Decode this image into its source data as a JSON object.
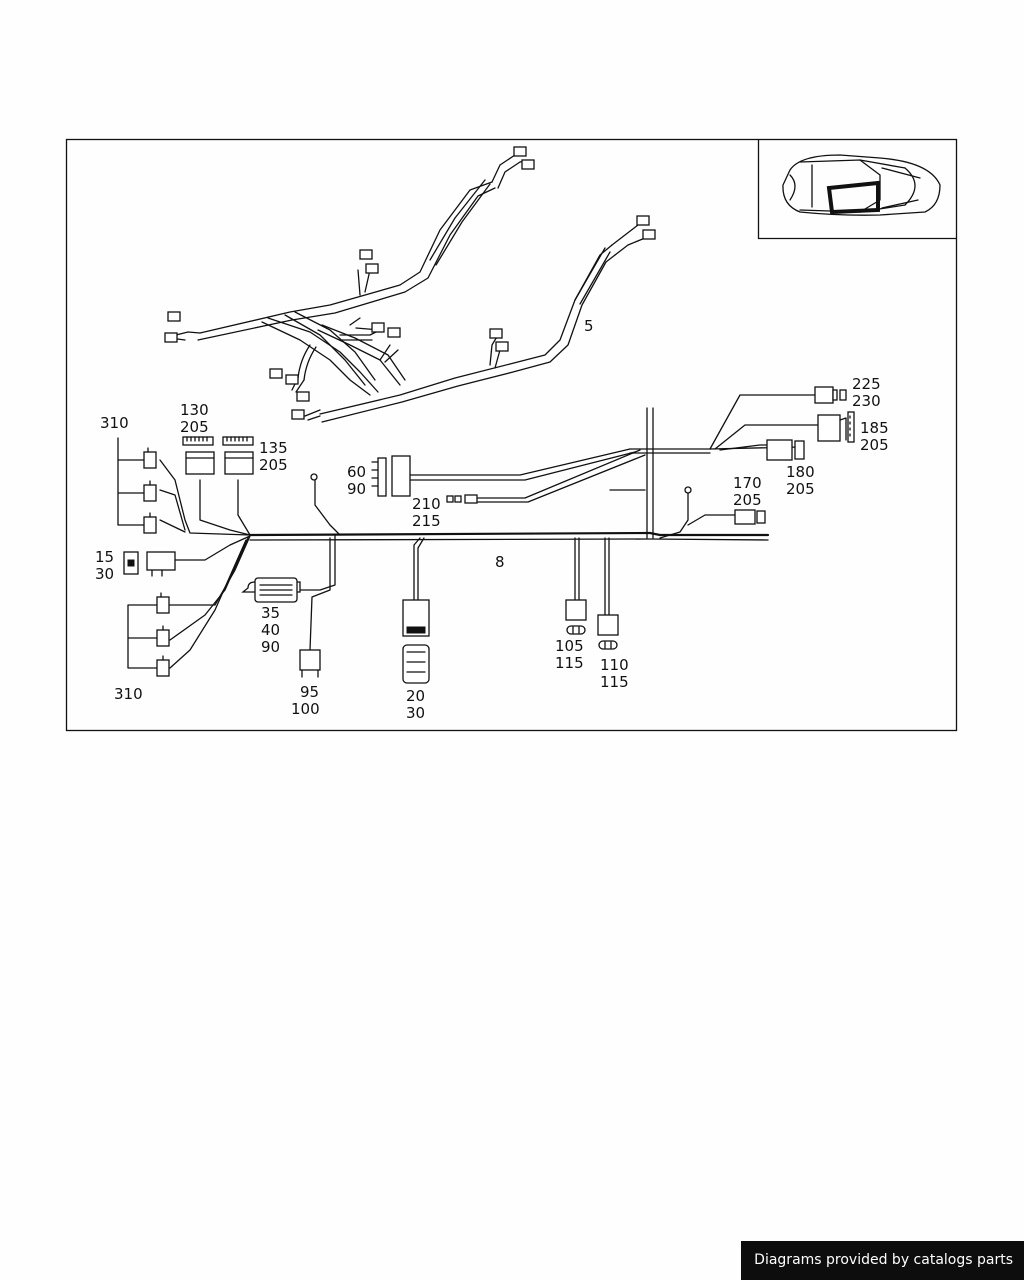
{
  "labels": {
    "l5": "5",
    "l8": "8",
    "l310a": "310",
    "l310b": "310",
    "l130": "130",
    "l205a": "205",
    "l135": "135",
    "l205b": "205",
    "l60": "60",
    "l90a": "90",
    "l210": "210",
    "l215": "215",
    "l225": "225",
    "l230": "230",
    "l185": "185",
    "l205c": "205",
    "l180": "180",
    "l205d": "205",
    "l170": "170",
    "l205e": "205",
    "l15": "15",
    "l30a": "30",
    "l35": "35",
    "l40": "40",
    "l90b": "90",
    "l95": "95",
    "l100": "100",
    "l20": "20",
    "l30b": "30",
    "l105": "105",
    "l115a": "115",
    "l110": "110",
    "l115b": "115"
  },
  "footer": {
    "text": "Diagrams provided by catalogs parts"
  }
}
